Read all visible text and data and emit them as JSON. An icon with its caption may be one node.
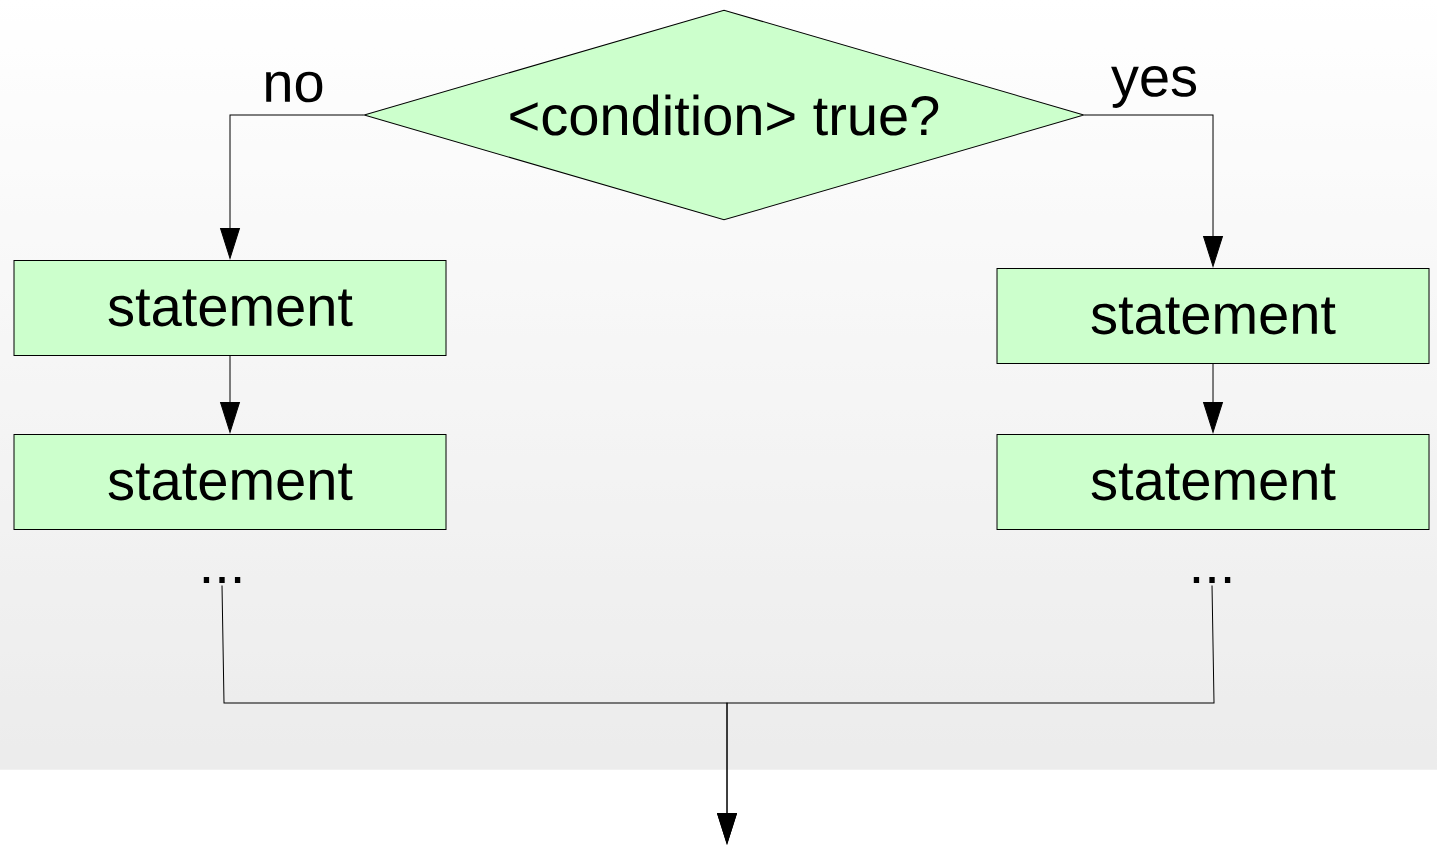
{
  "diagram": {
    "nodes": [
      {
        "text": [
          "<condition> true?"
        ]
      },
      {
        "text": [
          "statement"
        ]
      },
      {
        "text": [
          "statement"
        ]
      },
      {
        "text": [
          "..."
        ]
      },
      {
        "text": [
          "statement"
        ]
      },
      {
        "text": [
          "statement"
        ]
      },
      {
        "text": [
          "..."
        ]
      }
    ],
    "edges": [
      {
        "from": 0,
        "to": 1,
        "arrow": "to",
        "label": "no"
      },
      {
        "from": 1,
        "to": 2,
        "arrow": "to"
      },
      {
        "from": 3,
        "to": null,
        "arrow": "to"
      },
      {
        "from": 0,
        "to": 4,
        "arrow": "to",
        "label": "yes"
      },
      {
        "from": 4,
        "to": 5,
        "arrow": "to"
      },
      {
        "from": 6,
        "to": null,
        "arrow": "to"
      }
    ]
  }
}
